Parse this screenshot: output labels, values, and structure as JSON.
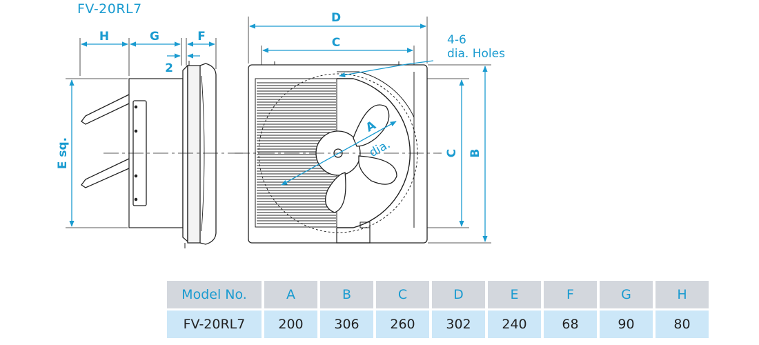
{
  "title": "FV-20RL7",
  "side_labels": {
    "H": "H",
    "G": "G",
    "F": "F",
    "two": "2",
    "E": "E sq."
  },
  "front_labels": {
    "D": "D",
    "C_top": "C",
    "holes_line1": "4-6",
    "holes_line2": "dia. Holes",
    "A": "A",
    "dia": "dia.",
    "C_right": "C",
    "B": "B"
  },
  "table": {
    "headers": [
      "Model No.",
      "A",
      "B",
      "C",
      "D",
      "E",
      "F",
      "G",
      "H"
    ],
    "rows": [
      [
        "FV-20RL7",
        "200",
        "306",
        "260",
        "302",
        "240",
        "68",
        "90",
        "80"
      ]
    ]
  },
  "colors": {
    "accent": "#1a9bd0",
    "header_bg": "#d3d7dd",
    "row_bg": "#cce7f8",
    "line": "#222222"
  }
}
